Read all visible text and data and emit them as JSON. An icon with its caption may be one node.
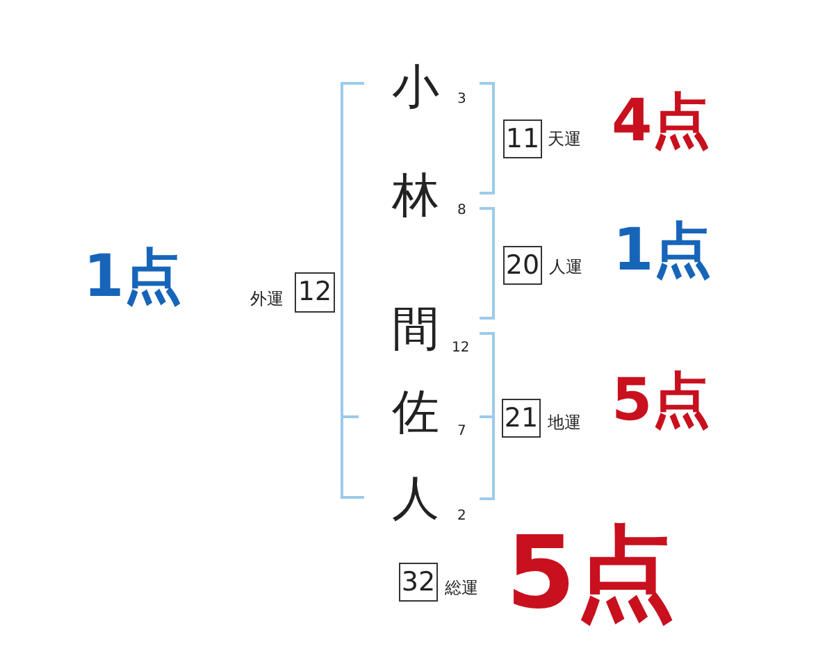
{
  "diagram": {
    "nodes": [
      {
        "text": [
          "11"
        ],
        "beside": [
          "天運",
          "4点"
        ]
      },
      {
        "text": [
          "20"
        ],
        "beside": [
          "人運",
          "1点"
        ]
      },
      {
        "text": [
          "12"
        ],
        "beside": [
          "外運",
          "1点"
        ]
      },
      {
        "text": [
          "21"
        ],
        "beside": [
          "地運",
          "5点"
        ]
      },
      {
        "text": [
          "32"
        ],
        "beside": [
          "総運",
          "5点"
        ]
      }
    ],
    "edges": [],
    "labels": [
      "小",
      "3",
      "林",
      "8",
      "間",
      "12",
      "佐",
      "7",
      "人",
      "2"
    ]
  }
}
